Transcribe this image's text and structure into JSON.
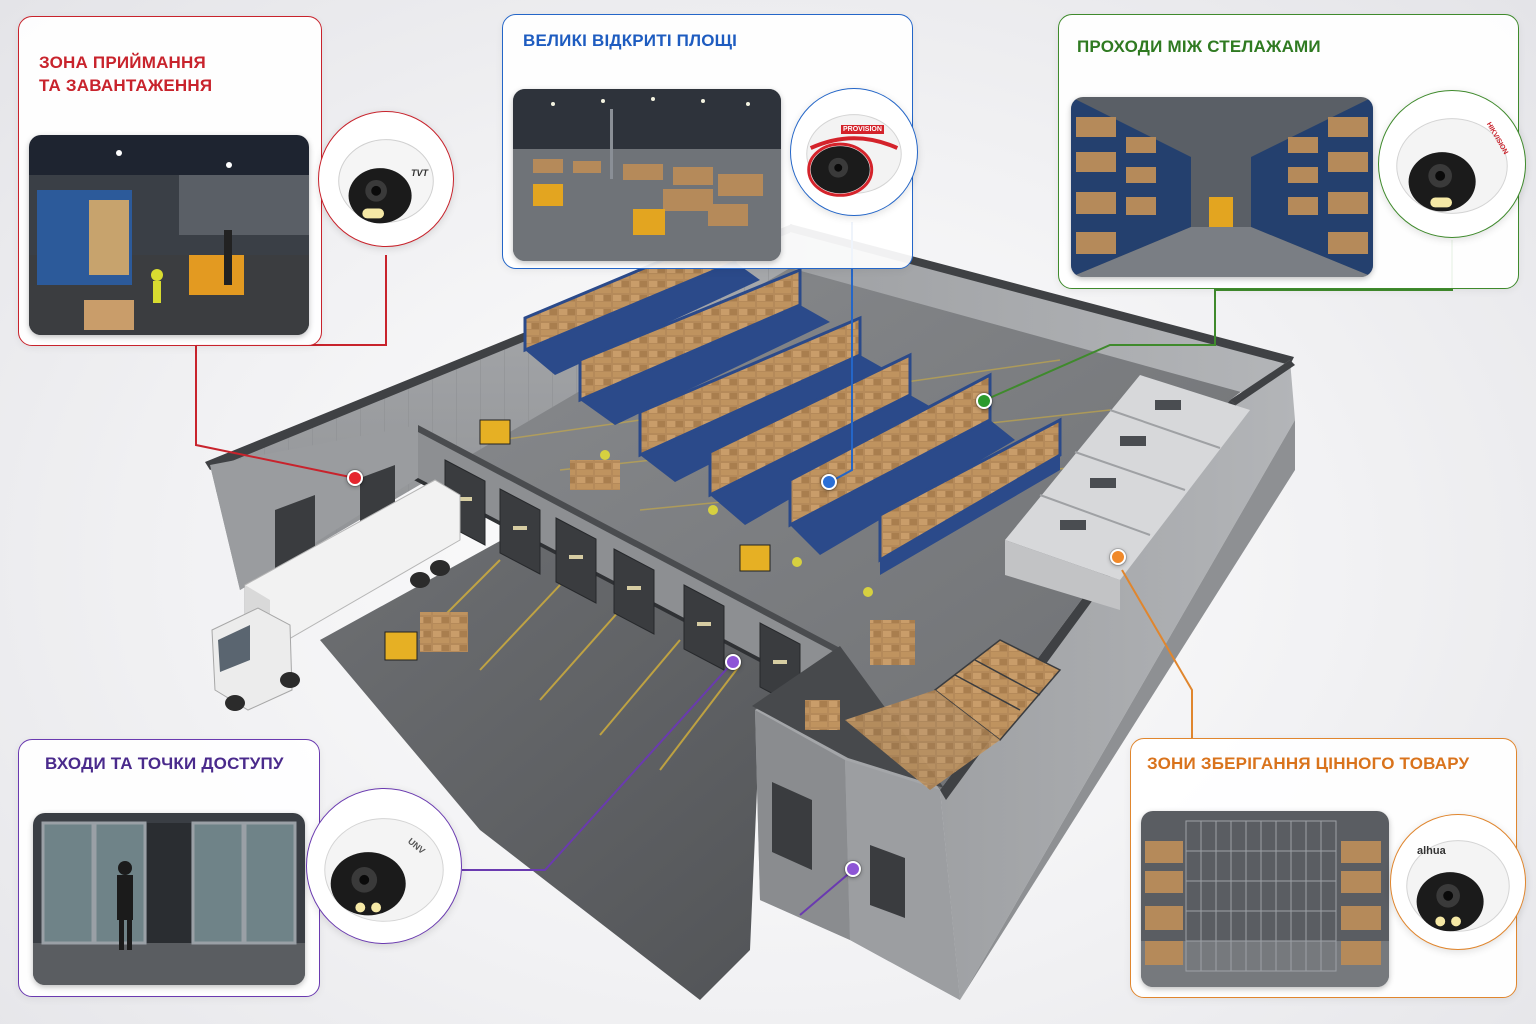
{
  "zones": [
    {
      "id": "receiving",
      "title": "Зона приймання\nта завантаження",
      "color": "#c8232c",
      "camera_brand": "TVT"
    },
    {
      "id": "open",
      "title": "Великі відкриті площі",
      "color": "#2466c8",
      "camera_brand": "PROVISION"
    },
    {
      "id": "aisles",
      "title": "Проходи між стелажами",
      "color": "#3f8a2c",
      "camera_brand": "HIKVISION"
    },
    {
      "id": "access",
      "title": "Входи та точки доступу",
      "color": "#6a3ab0",
      "camera_brand": "UNV"
    },
    {
      "id": "valuable",
      "title": "Зони зберігання цінного товару",
      "color": "#e0862e",
      "camera_brand": "alhua"
    }
  ]
}
